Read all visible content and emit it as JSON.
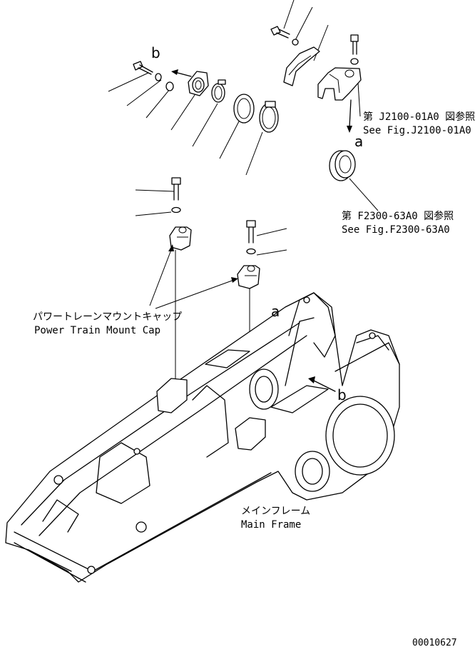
{
  "labels": {
    "ref1_jp": "第 J2100-01A0 図参照",
    "ref1_en": "See Fig.J2100-01A0",
    "ref2_jp": "第 F2300-63A0 図参照",
    "ref2_en": "See Fig.F2300-63A0",
    "cap_jp": "パワートレーンマウントキャップ",
    "cap_en": "Power Train Mount Cap",
    "frame_jp": "メインフレーム",
    "frame_en": "Main Frame",
    "letter_a": "a",
    "letter_b": "b",
    "drawing_no": "00010627"
  }
}
